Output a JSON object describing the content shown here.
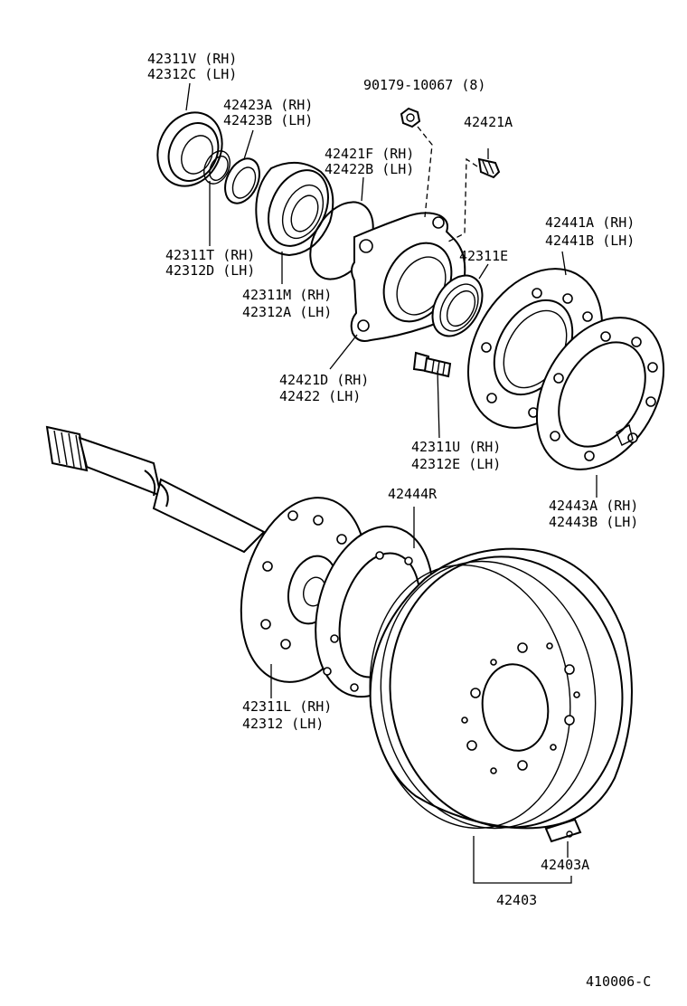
{
  "diagram_code": "410006-C",
  "labels": {
    "oil_seal_outer_rh": "42311V (RH)",
    "oil_seal_outer_lh": "42312C (LH)",
    "spacer_rh": "42423A (RH)",
    "spacer_lh": "42423B (LH)",
    "nut": "90179-10067 (8)",
    "bolt": "42421A",
    "oring_rh": "42421F (RH)",
    "oring_lh": "42422B (LH)",
    "snap_ring_rh": "42311T (RH)",
    "snap_ring_lh": "42312D (LH)",
    "bearing_rh": "42311M (RH)",
    "bearing_lh": "42312A (LH)",
    "oil_seal_inner": "42311E",
    "retainer_rh": "42441A (RH)",
    "retainer_lh": "42441B (LH)",
    "housing_rh": "42421D (RH)",
    "housing_lh": "42422   (LH)",
    "hub_bolt_rh": "42311U (RH)",
    "hub_bolt_lh": "42312E (LH)",
    "gasket_rh": "42443A (RH)",
    "gasket_lh": "42443B (LH)",
    "shield_gasket": "42444R",
    "axle_shaft_rh": "42311L (RH)",
    "axle_shaft_lh": "42312   (LH)",
    "balance_weight": "42403A",
    "brake_drum": "42403"
  }
}
